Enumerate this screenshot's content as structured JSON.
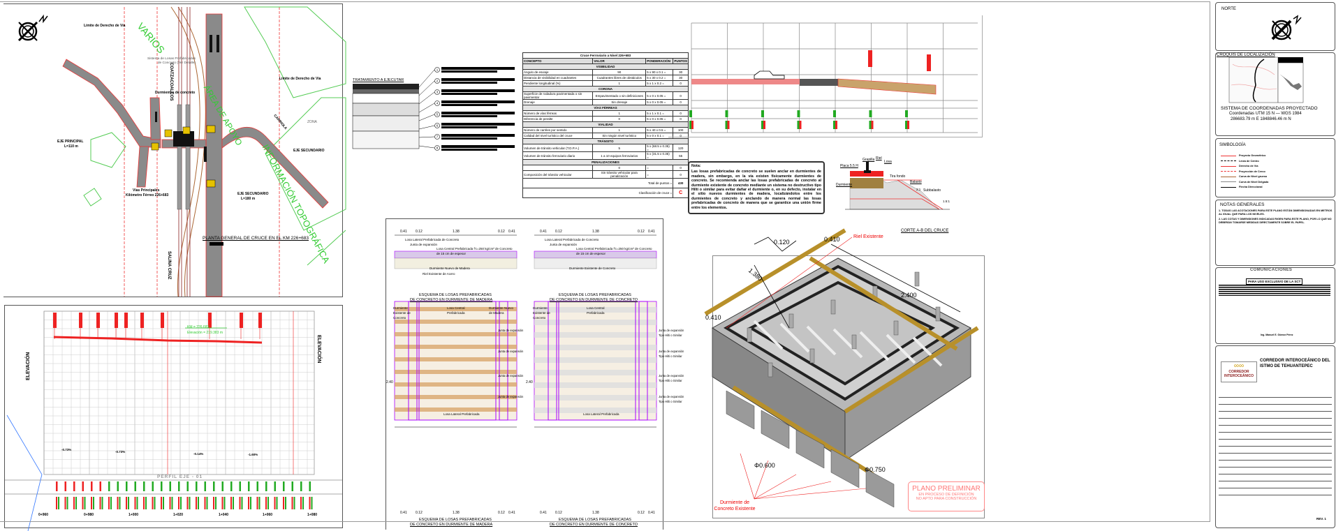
{
  "plan": {
    "title": "PLANTA GENERAL DE CRUCE EN EL KM 226+683",
    "row_label_1": "Límite de Derecho de Vía",
    "row_label_2": "Límite de Derecho de Vía",
    "losas_label": "Sistema de Losas Prefabricadas de Concreto (Ver Detalle)",
    "durmientes_label": "Durmientes de concreto",
    "eje_principal": "EJE PRINCIPAL",
    "eje_principal_len": "L=110 m",
    "eje_secundario_1": "EJE SECUNDARIO",
    "eje_secundario_2": "EJE SECUNDARIO",
    "eje_secundario_len": "L=180 m",
    "vias_label": "Vías Principales",
    "vias_km": "Kilómetro Férreo 226+683",
    "coatza": "COATZACOALCOS",
    "salina": "SALINA CRUZ",
    "carriola": "CARRIOLA",
    "green_1": "VARIOS",
    "green_2": "ÁREA DE APOYO",
    "green_3": "INFORMACIÓN TOPOGRÁFICA",
    "zona": "ZONA"
  },
  "profile": {
    "title": "PERFIL EJE - 01",
    "ylabel": "ELEVACIÓN",
    "km_label": "KM = 226.683",
    "elev_label": "Elevación = 219.383 m",
    "grades": [
      "-0.73%",
      "-0.73%",
      "-0.14%",
      "-1.60%"
    ],
    "stations": [
      "0+960",
      "0+980",
      "1+000",
      "1+020",
      "1+040",
      "1+060",
      "1+080"
    ]
  },
  "tratamiento": {
    "title": "TRATAMIENTO A EJECUTAR",
    "callouts": [
      "1",
      "2",
      "3",
      "4",
      "5",
      "6",
      "7",
      "8"
    ]
  },
  "table": {
    "title": "Cruce Ferroviario a Nivel 226+683",
    "headers": [
      "CONCEPTO",
      "VALOR",
      "PONDERACIÓN",
      "PUNTOS"
    ],
    "rows": [
      {
        "section": "VISIBILIDAD"
      },
      {
        "c": "Ángulo de esviaje",
        "v": "90",
        "p": "5 x 90 x 0.1 =",
        "pts": "30"
      },
      {
        "c": "Distancia de visibilidad en cuadrantes",
        "v": "Cuadrantes libres de obstáculos",
        "p": "5 x 30 x 0.2 =",
        "pts": "30"
      },
      {
        "c": "Pendiente longitudinal (%)",
        "v": "1",
        "p": "5 x 1 x 0.2 =",
        "pts": "0"
      },
      {
        "section": "CORONA"
      },
      {
        "c": "Superficie de rodadura pavimentada o sin pavimentar",
        "v": "Empavimentado o sin definiciones",
        "p": "5 x 0 x 0.05 =",
        "pts": "0"
      },
      {
        "c": "Drenaje",
        "v": "Sin drenaje",
        "p": "5 x 0 x 0.05 =",
        "pts": "0"
      },
      {
        "section": "VÍAS FÉRREAS"
      },
      {
        "c": "Número de vías férreas",
        "v": "1",
        "p": "5 x 1 x 0.1 =",
        "pts": "0"
      },
      {
        "c": "Diferencia de peralte",
        "v": "0",
        "p": "5 x 0 x 0.05 =",
        "pts": "0"
      },
      {
        "section": "VIALIDAD"
      },
      {
        "c": "Número de carriles por sentido",
        "v": "1",
        "p": "5 x 40 x 0.5 =",
        "pts": "100"
      },
      {
        "c": "Calidad del nivel turístico del cruce",
        "v": "Sin ningún nivel turístico",
        "p": "5 x 0 x 0.1 =",
        "pts": "0"
      },
      {
        "section": "TRÁNSITO"
      },
      {
        "c": "Volumen de tránsito vehicular (T.D.P.A.)",
        "v": "5",
        "p": "5 x (68.5 x 0.35) =",
        "pts": "120"
      },
      {
        "c": "Volumen de tránsito ferroviario diario",
        "v": "1 a 10 equipos ferroviarios",
        "p": "5 x (31.5 x 0.35) =",
        "pts": "55"
      },
      {
        "section": "PENALIZACIONES"
      },
      {
        "c": "",
        "v": "0",
        "p": "=",
        "pts": "0"
      },
      {
        "c": "Composición del tránsito vehicular",
        "v": "Sin tránsito vehicular para penalización",
        "p": "=",
        "pts": "0"
      }
    ],
    "total_label": "Total de puntos =",
    "total": "430",
    "class_label": "Clasificación de cruce =",
    "class": "C"
  },
  "note": {
    "title": "Nota:",
    "text": "Las losas prefabricadas de concreto se suelen anclar en durmientes de madera, sin embargo, en la vía existen físicamente durmientes de concreto. Se recomienda anclar las losas prefabricadas de concreto al durmiente existente de concreto mediante un sistema no destructivo tipo Hilti o similar para evitar dañar el durmiente o, en su defecto, instalar en el sitio nuevos durmientes de madera, localizándolos entre los durmientes de concreto y anclando de manera normal las losas prefabricadas de concreto de manera que se garantice una unión firme entre los elementos."
  },
  "section": {
    "grapilla": "Grapilla",
    "riel": "Riel",
    "losa": "Losa",
    "placa": "Placa 5.5 H",
    "tira": "Tira fondo",
    "balasto": "Balasto",
    "subbalasto": "Subbalasto",
    "durmiente": "Durmiente",
    "slope1": "2:1",
    "slope2": "1.5:1",
    "title": "CORTE A-B DEL CRUCE"
  },
  "esquema": {
    "dims": [
      "0.41",
      "0.12",
      "1.38",
      "0.12",
      "0.41"
    ],
    "height": "2.40",
    "losa_lateral": "Losa Lateral Prefabricada de Concreto",
    "junta": "Junta de expansión",
    "losa_central": "Losa Central Prefabricada f'c=250 kg/cm² de Concreto de 15 cm de espesor",
    "durm_madera": "Durmiente Nuevo de Madera",
    "riel": "Riel Existente de Acero",
    "durm_concreto": "Durmiente Existente de Concreto",
    "plan_durm_exist": "Durmiente Existente de Concreto",
    "plan_losa_central": "Losa Central Prefabricada",
    "plan_durm_nuevo": "Durmiente Nuevo de Madera",
    "plan_losa_lateral": "Losa Lateral Prefabricada",
    "plan_junta": "Junta de expansión Tipo Hilti o Similar",
    "title_madera_1": "ESQUEMA DE LOSAS PREFABRICADAS",
    "title_madera_2": "DE CONCRETO EN DURMIENTE DE MADERA",
    "title_concreto_1": "ESQUEMA DE LOSAS PREFABRICADAS",
    "title_concreto_2": "DE CONCRETO EN DURMIENTE DE CONCRETO"
  },
  "iso": {
    "d1": "0.120",
    "d2": "0.410",
    "d3": "1.380",
    "d4": "2.400",
    "d5": "0.410",
    "phi1": "Φ0.600",
    "phi2": "Φ0.750",
    "riel": "Riel Existente",
    "durm": "Durmiente de Concreto Existente"
  },
  "stamp": {
    "l1": "PLANO PRELIMINAR",
    "l2": "EN PROCESO DE DEFINICIÓN",
    "l3": "NO APTO PARA CONSTRUCCIÓN"
  },
  "right": {
    "norte": "NORTE",
    "croquis": "CROQUIS DE LOCALIZACIÓN",
    "coord_title": "SISTEMA DE COORDENADAS PROYECTADO",
    "coord_sys": "Coordenadas UTM 15 N — WGS 1984",
    "coord_val": "286683.79 m E 1848846.46 m N",
    "simbologia": "SIMBOLOGÍA",
    "symbols": [
      "Proyecto Geométrico",
      "Línea de Centro",
      "Derecho de Vía",
      "Proyección de Cerco",
      "Curva de Nivel gruesa",
      "Curva de Nivel Delgada",
      "Flecha Direccional"
    ],
    "notas_title": "NOTAS GENERALES",
    "notas": [
      "1. TODAS LAS ACOTACIONES PARA ESTE PLANO ESTÁN DIMENSIONADAS EN METROS AL IGUAL QUE PARA LOS NIVELES.",
      "2. LAS COTAS Y DIMENSIONES INDICADAS RIGEN PARA ESTE PLANO, POR LO QUE NO DEBERÁN TOMARSE MEDIDAS DIRECTAMENTE SOBRE EL PAPEL."
    ],
    "comunicaciones": "COMUNICACIONES",
    "sct": "PARA USO EXCLUSIVO DE LA SCT",
    "firma": "Ing. Manuel E. Gómez Pérez",
    "corredor_logo": "CORREDOR INTEROCEÁNICO",
    "proyecto": "CORREDOR INTEROCEÁNICO DEL ISTMO DE TEHUANTEPEC",
    "rev": "REV. 1"
  }
}
